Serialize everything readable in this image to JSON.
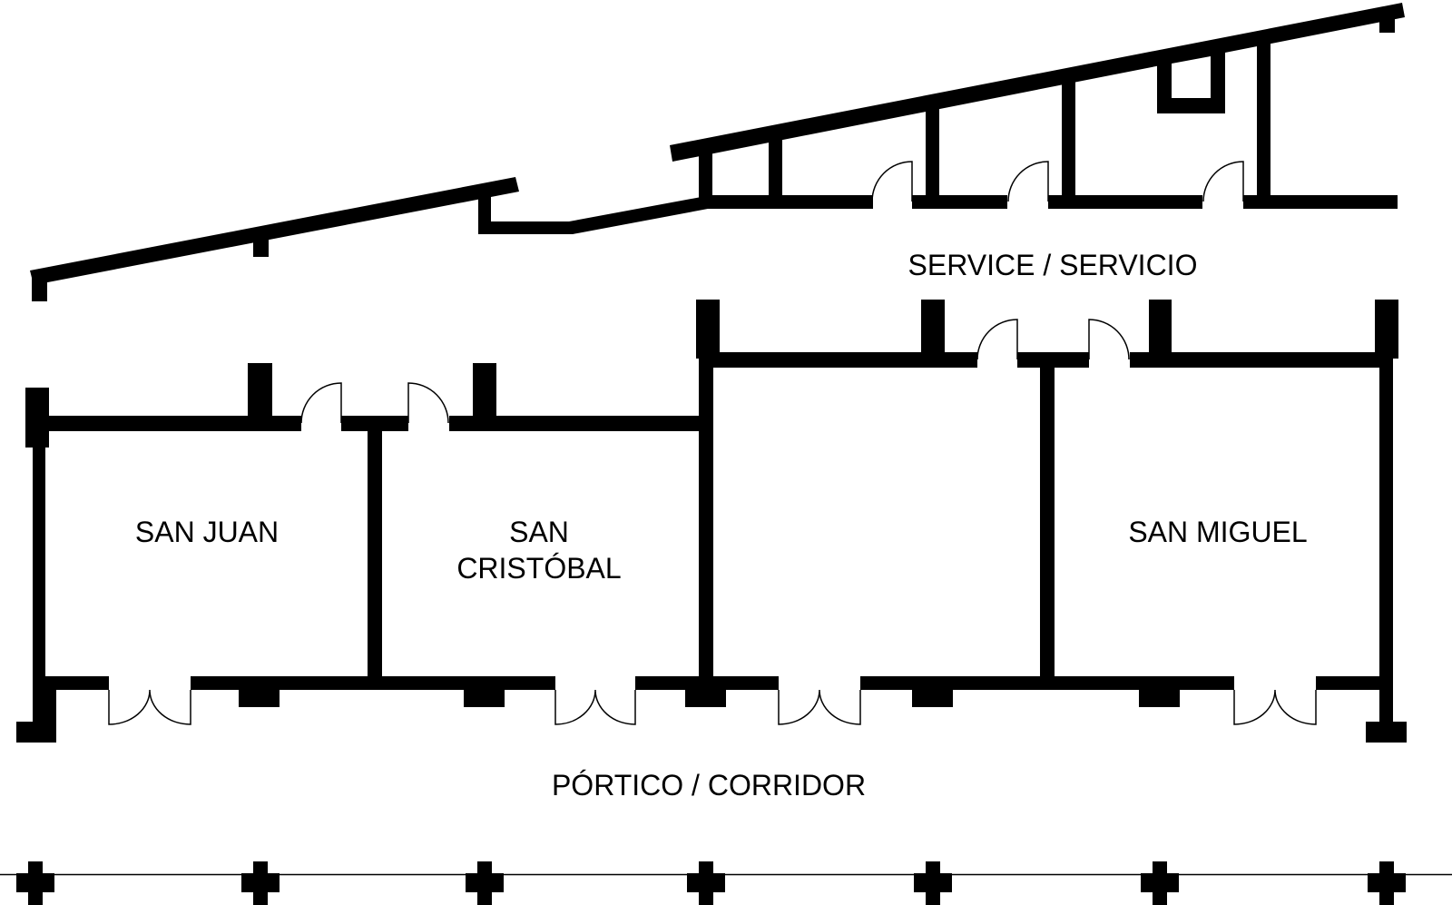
{
  "labels": {
    "service": "SERVICE / SERVICIO",
    "san_juan": "SAN JUAN",
    "san_cristobal_line1": "SAN",
    "san_cristobal_line2": "CRISTÓBAL",
    "san_miguel": "SAN MIGUEL",
    "portico": "PÓRTICO / CORRIDOR"
  },
  "colors": {
    "wall": "#000000",
    "background": "#ffffff"
  }
}
